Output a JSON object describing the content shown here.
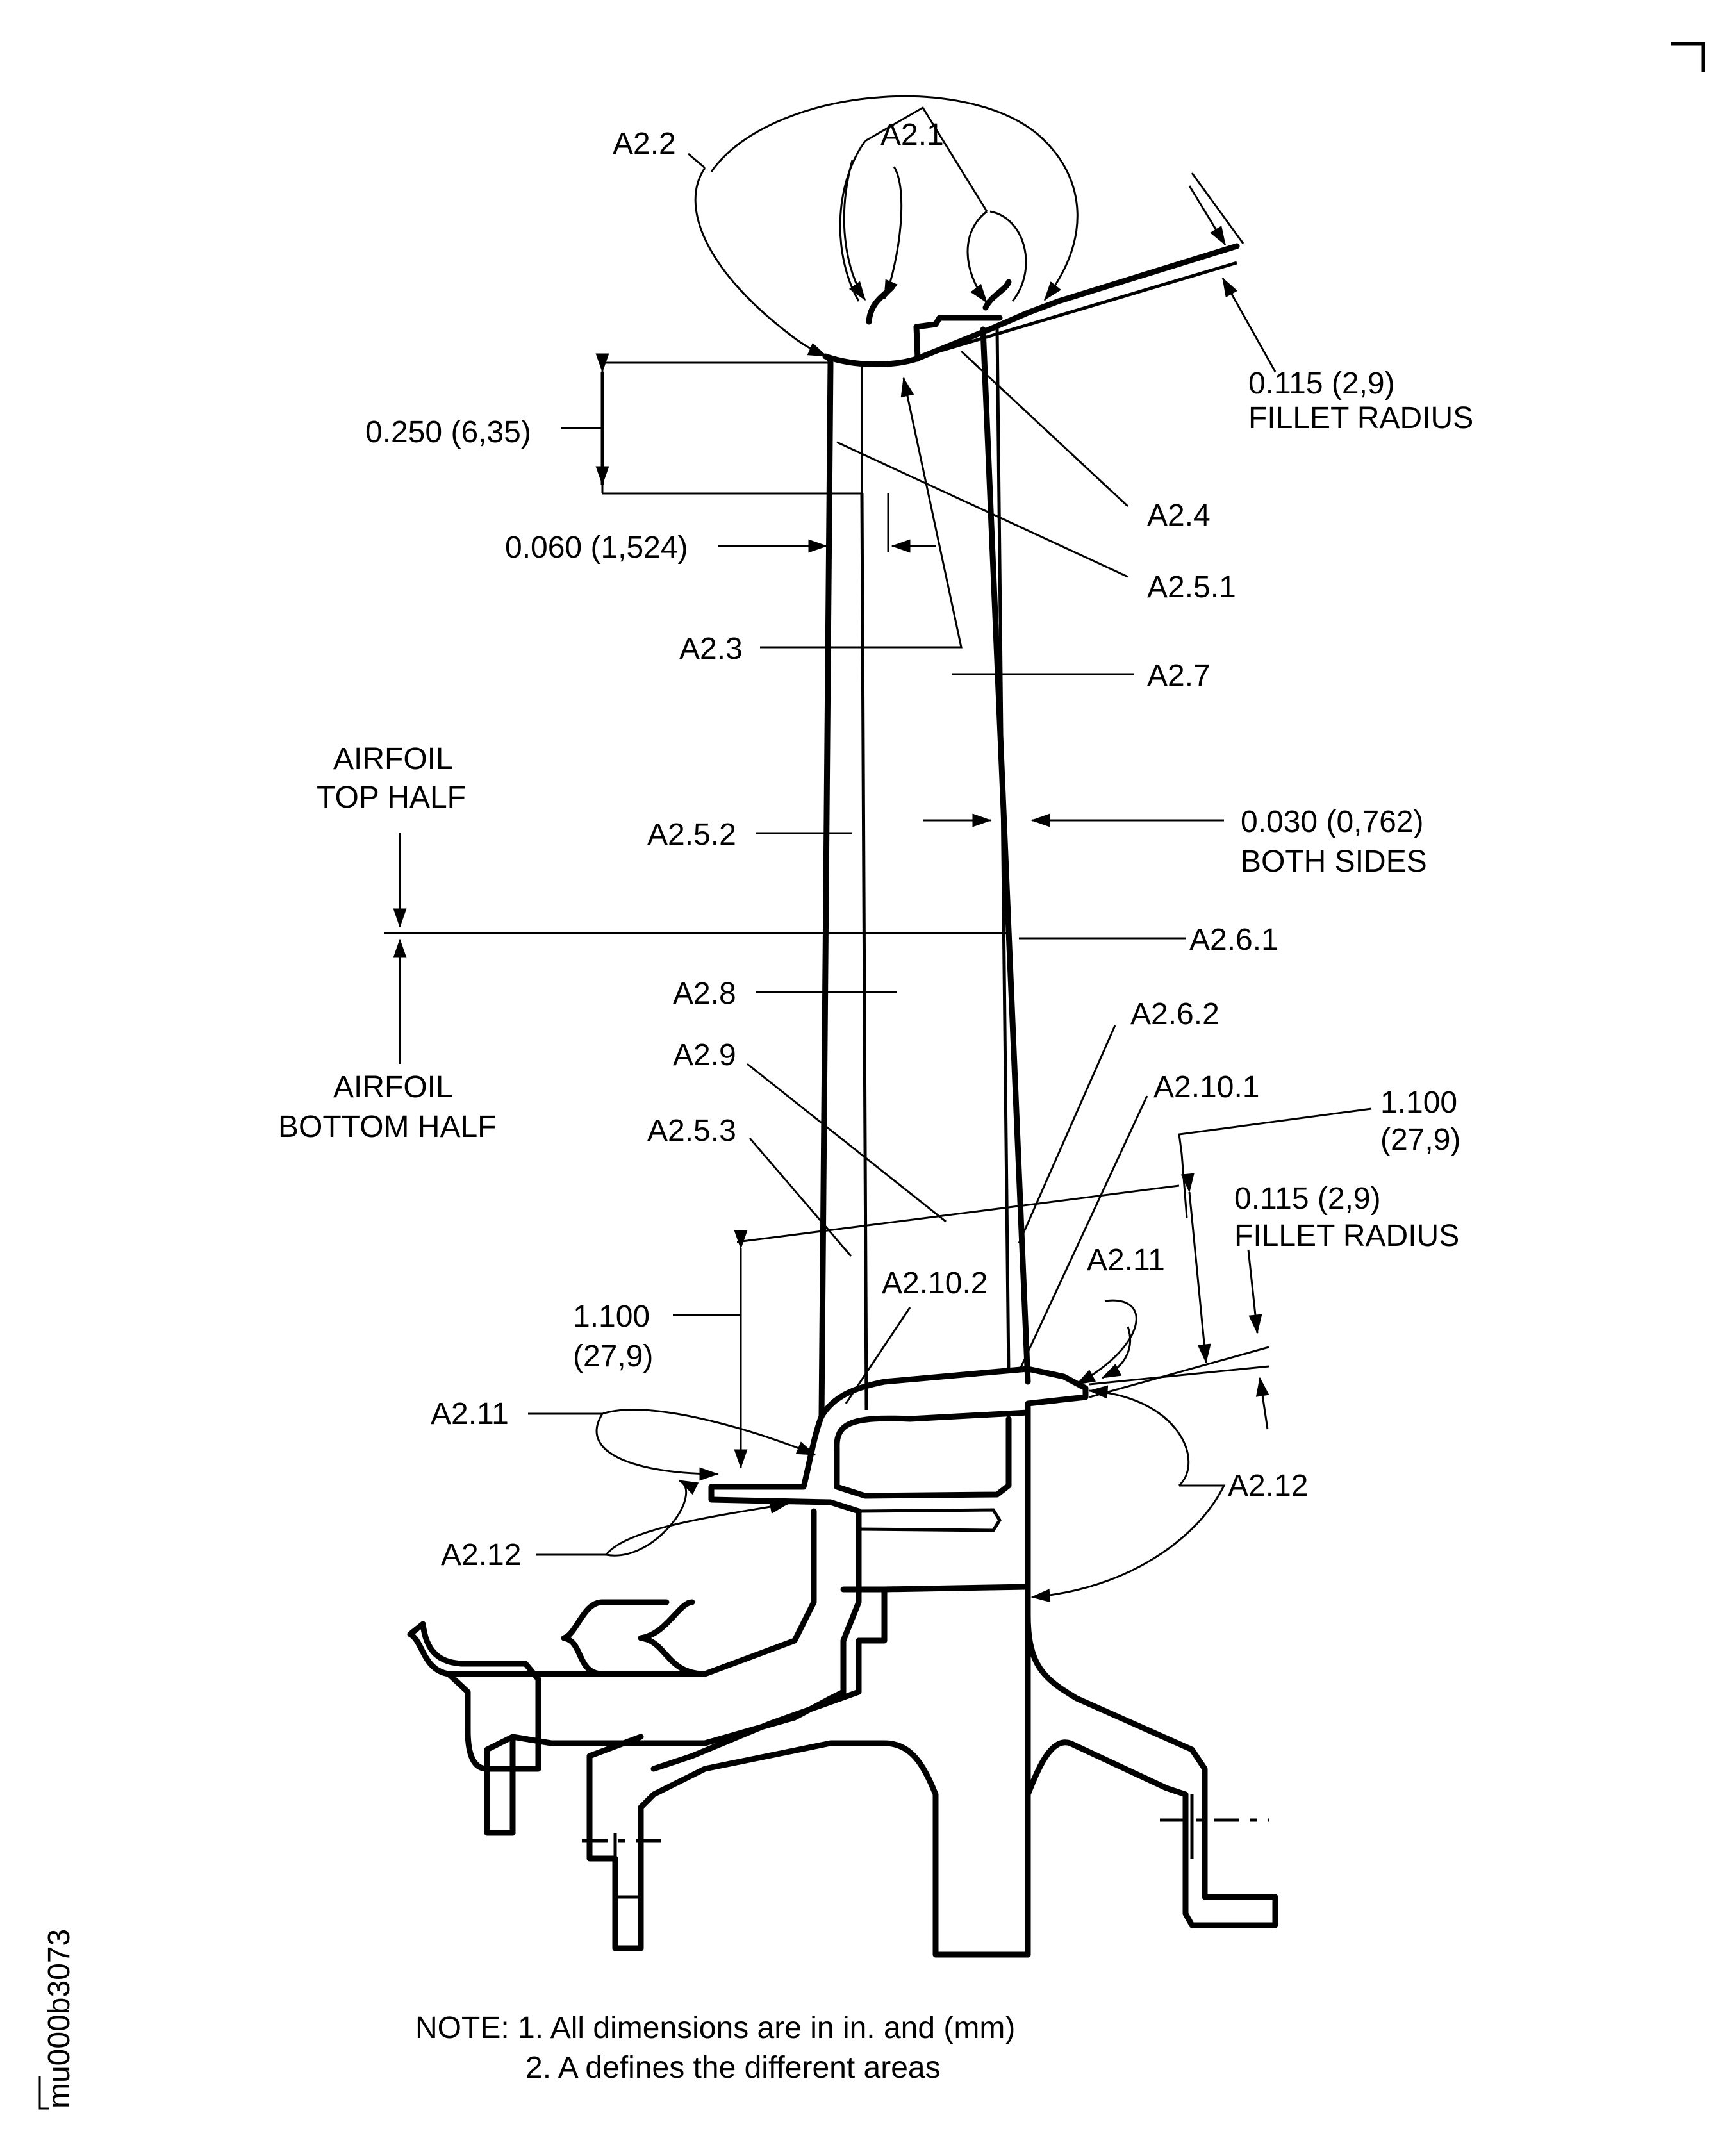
{
  "figure_id": "mu000b3073",
  "notes": {
    "line1": "NOTE: 1. All dimensions are in in. and (mm)",
    "line2": "2. A defines the different areas"
  },
  "area_labels": {
    "a2_1": "A2.1",
    "a2_2": "A2.2",
    "a2_3": "A2.3",
    "a2_4": "A2.4",
    "a2_5_1": "A2.5.1",
    "a2_5_2": "A2.5.2",
    "a2_5_3": "A2.5.3",
    "a2_6_1": "A2.6.1",
    "a2_6_2": "A2.6.2",
    "a2_7": "A2.7",
    "a2_8": "A2.8",
    "a2_9": "A2.9",
    "a2_10_1": "A2.10.1",
    "a2_10_2": "A2.10.2",
    "a2_11": "A2.11",
    "a2_12": "A2.12"
  },
  "dimensions": {
    "d_0250": "0.250 (6,35)",
    "d_0060": "0.060 (1,524)",
    "d_0115_value": "0.115 (2,9)",
    "fillet_radius": "FILLET RADIUS",
    "d_0030_value": "0.030 (0,762)",
    "both_sides": "BOTH SIDES",
    "d_1100_value": "1.100",
    "d_1100_mm": "(27,9)"
  },
  "regions": {
    "airfoil_top_1": "AIRFOIL",
    "airfoil_top_2": "TOP HALF",
    "airfoil_bottom_1": "AIRFOIL",
    "airfoil_bottom_2": "BOTTOM HALF"
  }
}
